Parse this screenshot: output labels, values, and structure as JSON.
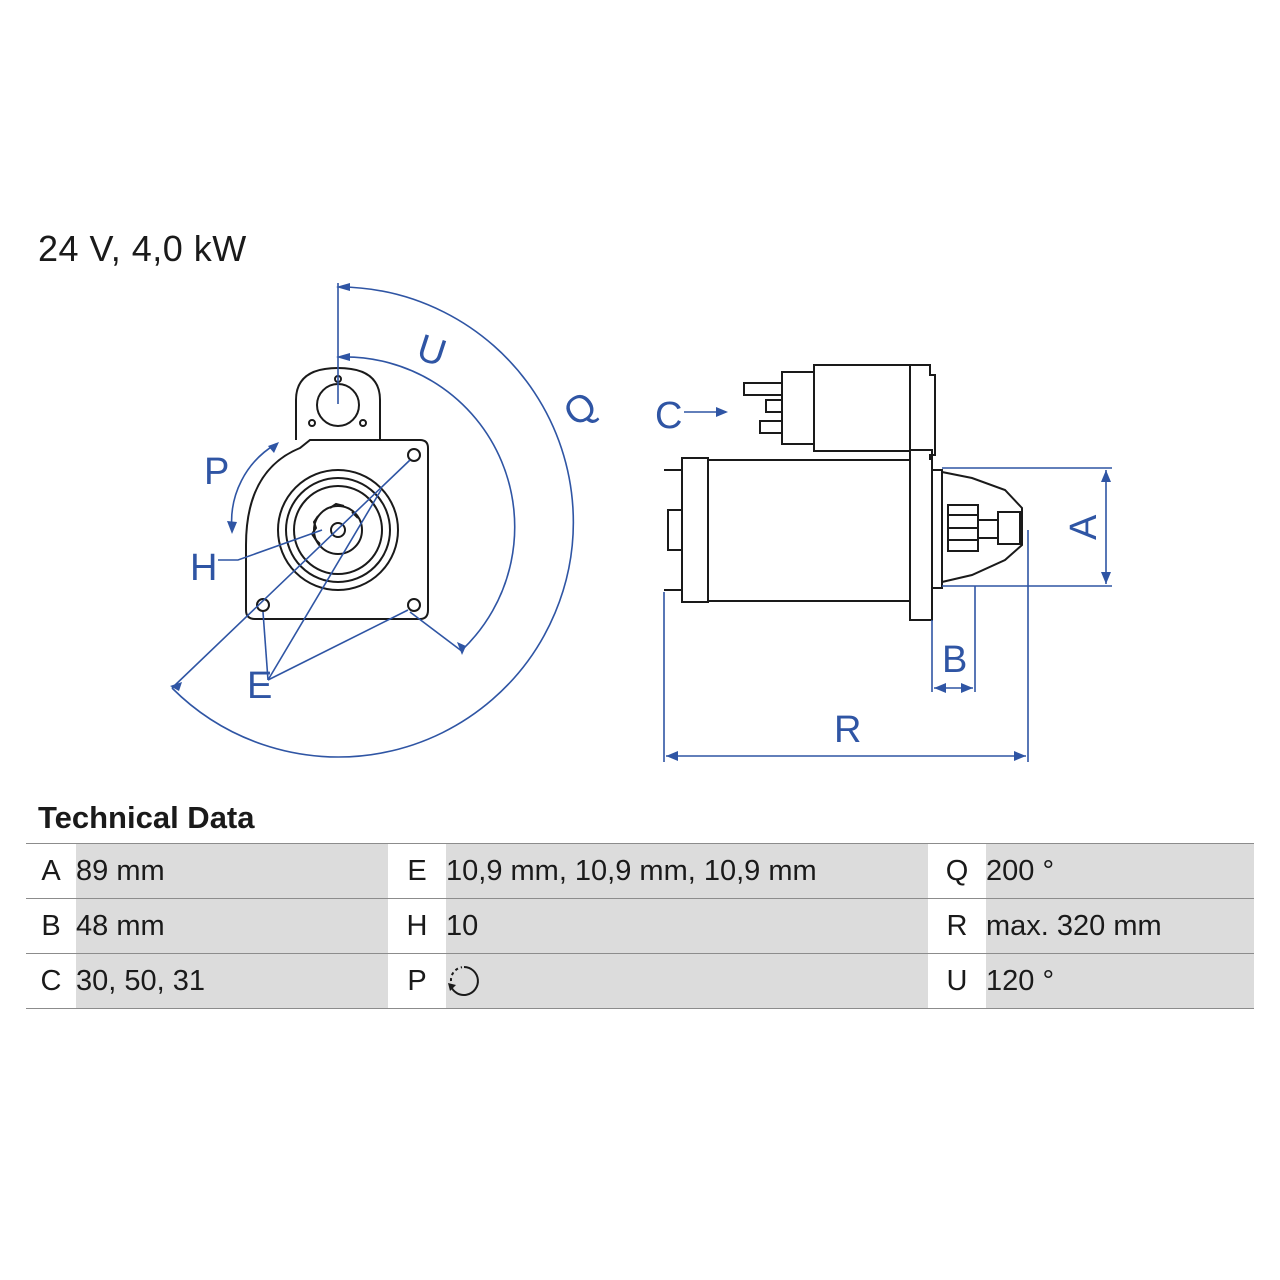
{
  "title": "24 V, 4,0 kW",
  "section_title": "Technical Data",
  "colors": {
    "dimension": "#2f55a4",
    "outline": "#1a1a1a",
    "value_bg": "#dcdcdc"
  },
  "dimension_labels": {
    "A": "A",
    "B": "B",
    "C": "C",
    "E": "E",
    "H": "H",
    "P": "P",
    "Q": "Q",
    "R": "R",
    "U": "U"
  },
  "table": {
    "rows": [
      [
        {
          "key": "A",
          "value": "89 mm"
        },
        {
          "key": "E",
          "value": "10,9 mm, 10,9 mm, 10,9 mm"
        },
        {
          "key": "Q",
          "value": "200 °"
        }
      ],
      [
        {
          "key": "B",
          "value": "48 mm"
        },
        {
          "key": "H",
          "value": "10"
        },
        {
          "key": "R",
          "value": "max. 320 mm"
        }
      ],
      [
        {
          "key": "C",
          "value": "30, 50, 31"
        },
        {
          "key": "P",
          "value": "",
          "icon": "rotation-direction-icon"
        },
        {
          "key": "U",
          "value": "120 °"
        }
      ]
    ]
  }
}
